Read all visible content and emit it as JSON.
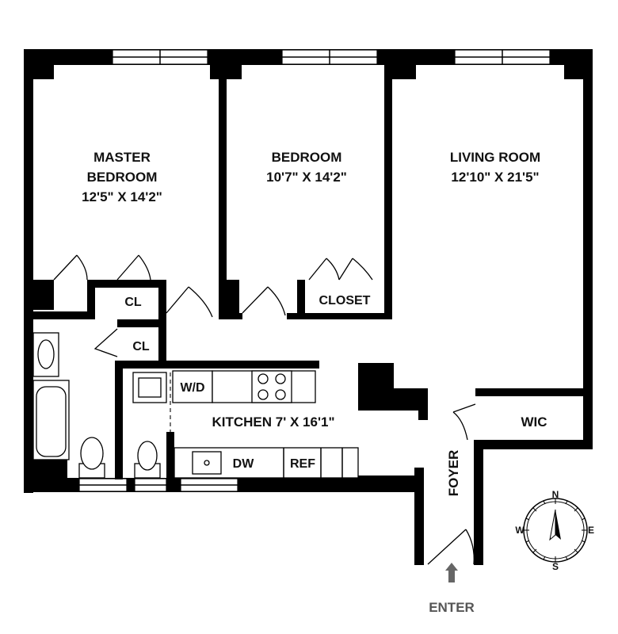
{
  "rooms": {
    "master_bedroom": {
      "name_line1": "MASTER",
      "name_line2": "BEDROOM",
      "size": "12'5\" X 14'2\""
    },
    "bedroom": {
      "name": "BEDROOM",
      "size": "10'7\" X 14'2\""
    },
    "living_room": {
      "name": "LIVING ROOM",
      "size": "12'10\" X 21'5\""
    },
    "kitchen": {
      "label": "KITCHEN 7' X 16'1\""
    },
    "foyer": {
      "name": "FOYER"
    },
    "wic": {
      "name": "WIC"
    }
  },
  "closets": {
    "cl_1": "CL",
    "cl_2": "CL",
    "closet": "CLOSET"
  },
  "appliances": {
    "washer_dryer": "W/D",
    "dishwasher": "DW",
    "refrigerator": "REF"
  },
  "entry": {
    "label": "ENTER"
  },
  "compass": {
    "n": "N",
    "s": "S",
    "e": "E",
    "w": "W"
  },
  "colors": {
    "walls": "#000000",
    "background": "#ffffff",
    "enter_text": "#555555"
  }
}
